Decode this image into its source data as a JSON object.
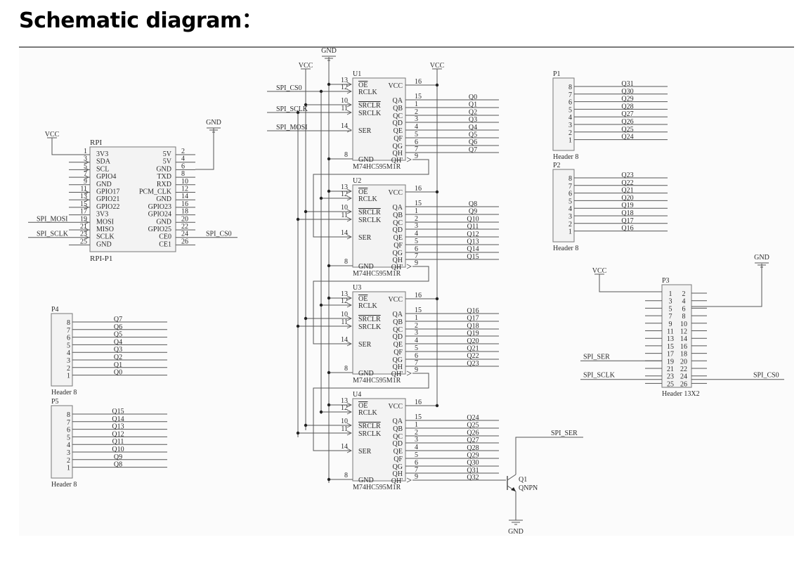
{
  "title": "Schematic diagram：",
  "colors": {
    "wire": "#555555",
    "box_fill": "#f3f3f3",
    "box_stroke": "#777777",
    "text": "#2b2b2b",
    "background": "#fbfbfb"
  },
  "power": {
    "vcc": "VCC",
    "gnd": "GND"
  },
  "nets": {
    "mosi": "SPI_MOSI",
    "sclk": "SPI_SCLK",
    "cs0": "SPI_CS0",
    "ser": "SPI_SER"
  },
  "rpi": {
    "ref": "RPI",
    "part": "RPI-P1",
    "left_pins": [
      {
        "num": "1",
        "name": "3V3"
      },
      {
        "num": "3",
        "name": "SDA"
      },
      {
        "num": "5",
        "name": "SCL"
      },
      {
        "num": "7",
        "name": "GPIO4"
      },
      {
        "num": "9",
        "name": "GND"
      },
      {
        "num": "11",
        "name": "GPIO17"
      },
      {
        "num": "13",
        "name": "GPIO21"
      },
      {
        "num": "15",
        "name": "GPIO22"
      },
      {
        "num": "17",
        "name": "3V3"
      },
      {
        "num": "19",
        "name": "MOSI"
      },
      {
        "num": "21",
        "name": "MISO"
      },
      {
        "num": "23",
        "name": "SCLK"
      },
      {
        "num": "25",
        "name": "GND"
      }
    ],
    "right_pins": [
      {
        "num": "2",
        "name": "5V"
      },
      {
        "num": "4",
        "name": "5V"
      },
      {
        "num": "6",
        "name": "GND"
      },
      {
        "num": "8",
        "name": "TXD"
      },
      {
        "num": "10",
        "name": "RXD"
      },
      {
        "num": "12",
        "name": "PCM_CLK"
      },
      {
        "num": "14",
        "name": "GND"
      },
      {
        "num": "16",
        "name": "GPIO23"
      },
      {
        "num": "18",
        "name": "GPIO24"
      },
      {
        "num": "20",
        "name": "GND"
      },
      {
        "num": "22",
        "name": "GPIO25"
      },
      {
        "num": "24",
        "name": "CE0"
      },
      {
        "num": "26",
        "name": "CE1"
      }
    ]
  },
  "shift_registers": {
    "part": "M74HC595M1R",
    "left_pins": [
      {
        "num": "13",
        "name": "OE"
      },
      {
        "num": "12",
        "name": "RCLK"
      },
      {
        "num": "10",
        "name": "SRCLR"
      },
      {
        "num": "11",
        "name": "SRCLK"
      },
      {
        "num": "14",
        "name": "SER"
      },
      {
        "num": "8",
        "name": "GND"
      }
    ],
    "right_pins": [
      {
        "num": "16",
        "name": "VCC"
      },
      {
        "num": "15",
        "name": "QA"
      },
      {
        "num": "1",
        "name": "QB"
      },
      {
        "num": "2",
        "name": "QC"
      },
      {
        "num": "3",
        "name": "QD"
      },
      {
        "num": "4",
        "name": "QE"
      },
      {
        "num": "5",
        "name": "QF"
      },
      {
        "num": "6",
        "name": "QG"
      },
      {
        "num": "7",
        "name": "QH"
      },
      {
        "num": "9",
        "name": "QH'"
      }
    ],
    "units": [
      {
        "ref": "U1",
        "outputs": [
          "Q0",
          "Q1",
          "Q2",
          "Q3",
          "Q4",
          "Q5",
          "Q6",
          "Q7"
        ]
      },
      {
        "ref": "U2",
        "outputs": [
          "Q8",
          "Q9",
          "Q10",
          "Q11",
          "Q12",
          "Q13",
          "Q14",
          "Q15"
        ]
      },
      {
        "ref": "U3",
        "outputs": [
          "Q16",
          "Q17",
          "Q18",
          "Q19",
          "Q20",
          "Q21",
          "Q22",
          "Q23"
        ]
      },
      {
        "ref": "U4",
        "outputs": [
          "Q24",
          "Q25",
          "Q26",
          "Q27",
          "Q28",
          "Q29",
          "Q30",
          "Q31"
        ],
        "extra_output": "Q32"
      }
    ]
  },
  "headers": [
    {
      "ref": "P1",
      "part": "Header 8",
      "pins": [
        "8",
        "7",
        "6",
        "5",
        "4",
        "3",
        "2",
        "1"
      ],
      "nets": [
        "Q31",
        "Q30",
        "Q29",
        "Q28",
        "Q27",
        "Q26",
        "Q25",
        "Q24"
      ]
    },
    {
      "ref": "P2",
      "part": "Header 8",
      "pins": [
        "8",
        "7",
        "6",
        "5",
        "4",
        "3",
        "2",
        "1"
      ],
      "nets": [
        "Q23",
        "Q22",
        "Q21",
        "Q20",
        "Q19",
        "Q18",
        "Q17",
        "Q16"
      ]
    },
    {
      "ref": "P4",
      "part": "Header 8",
      "pins": [
        "8",
        "7",
        "6",
        "5",
        "4",
        "3",
        "2",
        "1"
      ],
      "nets": [
        "Q7",
        "Q6",
        "Q5",
        "Q4",
        "Q3",
        "Q2",
        "Q1",
        "Q0"
      ]
    },
    {
      "ref": "P5",
      "part": "Header 8",
      "pins": [
        "8",
        "7",
        "6",
        "5",
        "4",
        "3",
        "2",
        "1"
      ],
      "nets": [
        "Q15",
        "Q14",
        "Q13",
        "Q12",
        "Q11",
        "Q10",
        "Q9",
        "Q8"
      ]
    }
  ],
  "p3": {
    "ref": "P3",
    "part": "Header 13X2",
    "rows": [
      [
        "1",
        "2"
      ],
      [
        "3",
        "4"
      ],
      [
        "5",
        "6"
      ],
      [
        "7",
        "8"
      ],
      [
        "9",
        "10"
      ],
      [
        "11",
        "12"
      ],
      [
        "13",
        "14"
      ],
      [
        "15",
        "16"
      ],
      [
        "17",
        "18"
      ],
      [
        "19",
        "20"
      ],
      [
        "21",
        "22"
      ],
      [
        "23",
        "24"
      ],
      [
        "25",
        "26"
      ]
    ]
  },
  "transistor": {
    "ref": "Q1",
    "part": "QNPN"
  }
}
